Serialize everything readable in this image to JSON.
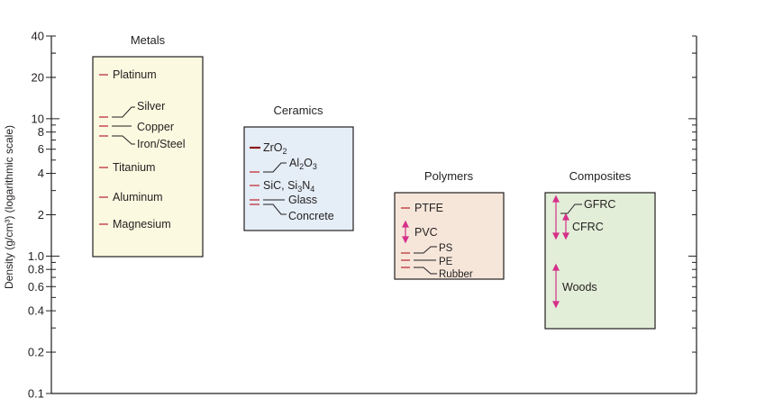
{
  "chart_data": {
    "type": "range",
    "ylabel": "Density (g/cm³) (logarithmic scale)",
    "y_scale": "log",
    "ylim": [
      0.1,
      40
    ],
    "y_ticks": [
      {
        "value": 40,
        "label": "40"
      },
      {
        "value": 20,
        "label": "20"
      },
      {
        "value": 10,
        "label": "10"
      },
      {
        "value": 8,
        "label": "8"
      },
      {
        "value": 6,
        "label": "6"
      },
      {
        "value": 4,
        "label": "4"
      },
      {
        "value": 2,
        "label": "2"
      },
      {
        "value": 1.0,
        "label": "1.0"
      },
      {
        "value": 0.8,
        "label": "0.8"
      },
      {
        "value": 0.6,
        "label": "0.6"
      },
      {
        "value": 0.4,
        "label": "0.4"
      },
      {
        "value": 0.2,
        "label": "0.2"
      },
      {
        "value": 0.1,
        "label": "0.1"
      }
    ],
    "groups": [
      {
        "name": "Metals",
        "y_range": [
          1.0,
          30
        ],
        "fill": "#fbfae0",
        "materials": [
          {
            "name": "Platinum",
            "density": 21.4
          },
          {
            "name": "Silver",
            "density": 10.5
          },
          {
            "name": "Copper",
            "density": 8.9
          },
          {
            "name": "Iron/Steel",
            "density": 7.9
          },
          {
            "name": "Titanium",
            "density": 4.5
          },
          {
            "name": "Aluminum",
            "density": 2.7
          },
          {
            "name": "Magnesium",
            "density": 1.7
          }
        ]
      },
      {
        "name": "Ceramics",
        "y_range": [
          1.5,
          9
        ],
        "fill": "#e5eef7",
        "materials": [
          {
            "name": "ZrO2",
            "density": 5.8
          },
          {
            "name": "Al2O3",
            "density": 3.95
          },
          {
            "name": "SiC,Si3N4",
            "density": 3.2
          },
          {
            "name": "Glass",
            "density": 2.5
          },
          {
            "name": "Concrete",
            "density": 2.35
          }
        ]
      },
      {
        "name": "Polymers",
        "y_range": [
          0.65,
          3
        ],
        "fill": "#f6e6da",
        "materials": [
          {
            "name": "PTFE",
            "density": 2.2
          },
          {
            "name": "PVC",
            "density_range": [
              1.3,
              1.6
            ]
          },
          {
            "name": "PS",
            "density": 1.05
          },
          {
            "name": "PE",
            "density": 0.95
          },
          {
            "name": "Rubber",
            "density": 0.92
          }
        ]
      },
      {
        "name": "Composites",
        "y_range": [
          0.3,
          3
        ],
        "fill": "#e2eed8",
        "materials": [
          {
            "name": "GFRC",
            "density_range": [
              1.6,
              2.9
            ]
          },
          {
            "name": "CFRC",
            "density_range": [
              1.5,
              1.9
            ]
          },
          {
            "name": "Woods",
            "density_range": [
              0.4,
              0.9
            ]
          }
        ]
      }
    ],
    "colors": {
      "marker": "#c0303a",
      "range_arrow": "#d6308a",
      "ceramic_bar": "#8b1a1a"
    }
  }
}
